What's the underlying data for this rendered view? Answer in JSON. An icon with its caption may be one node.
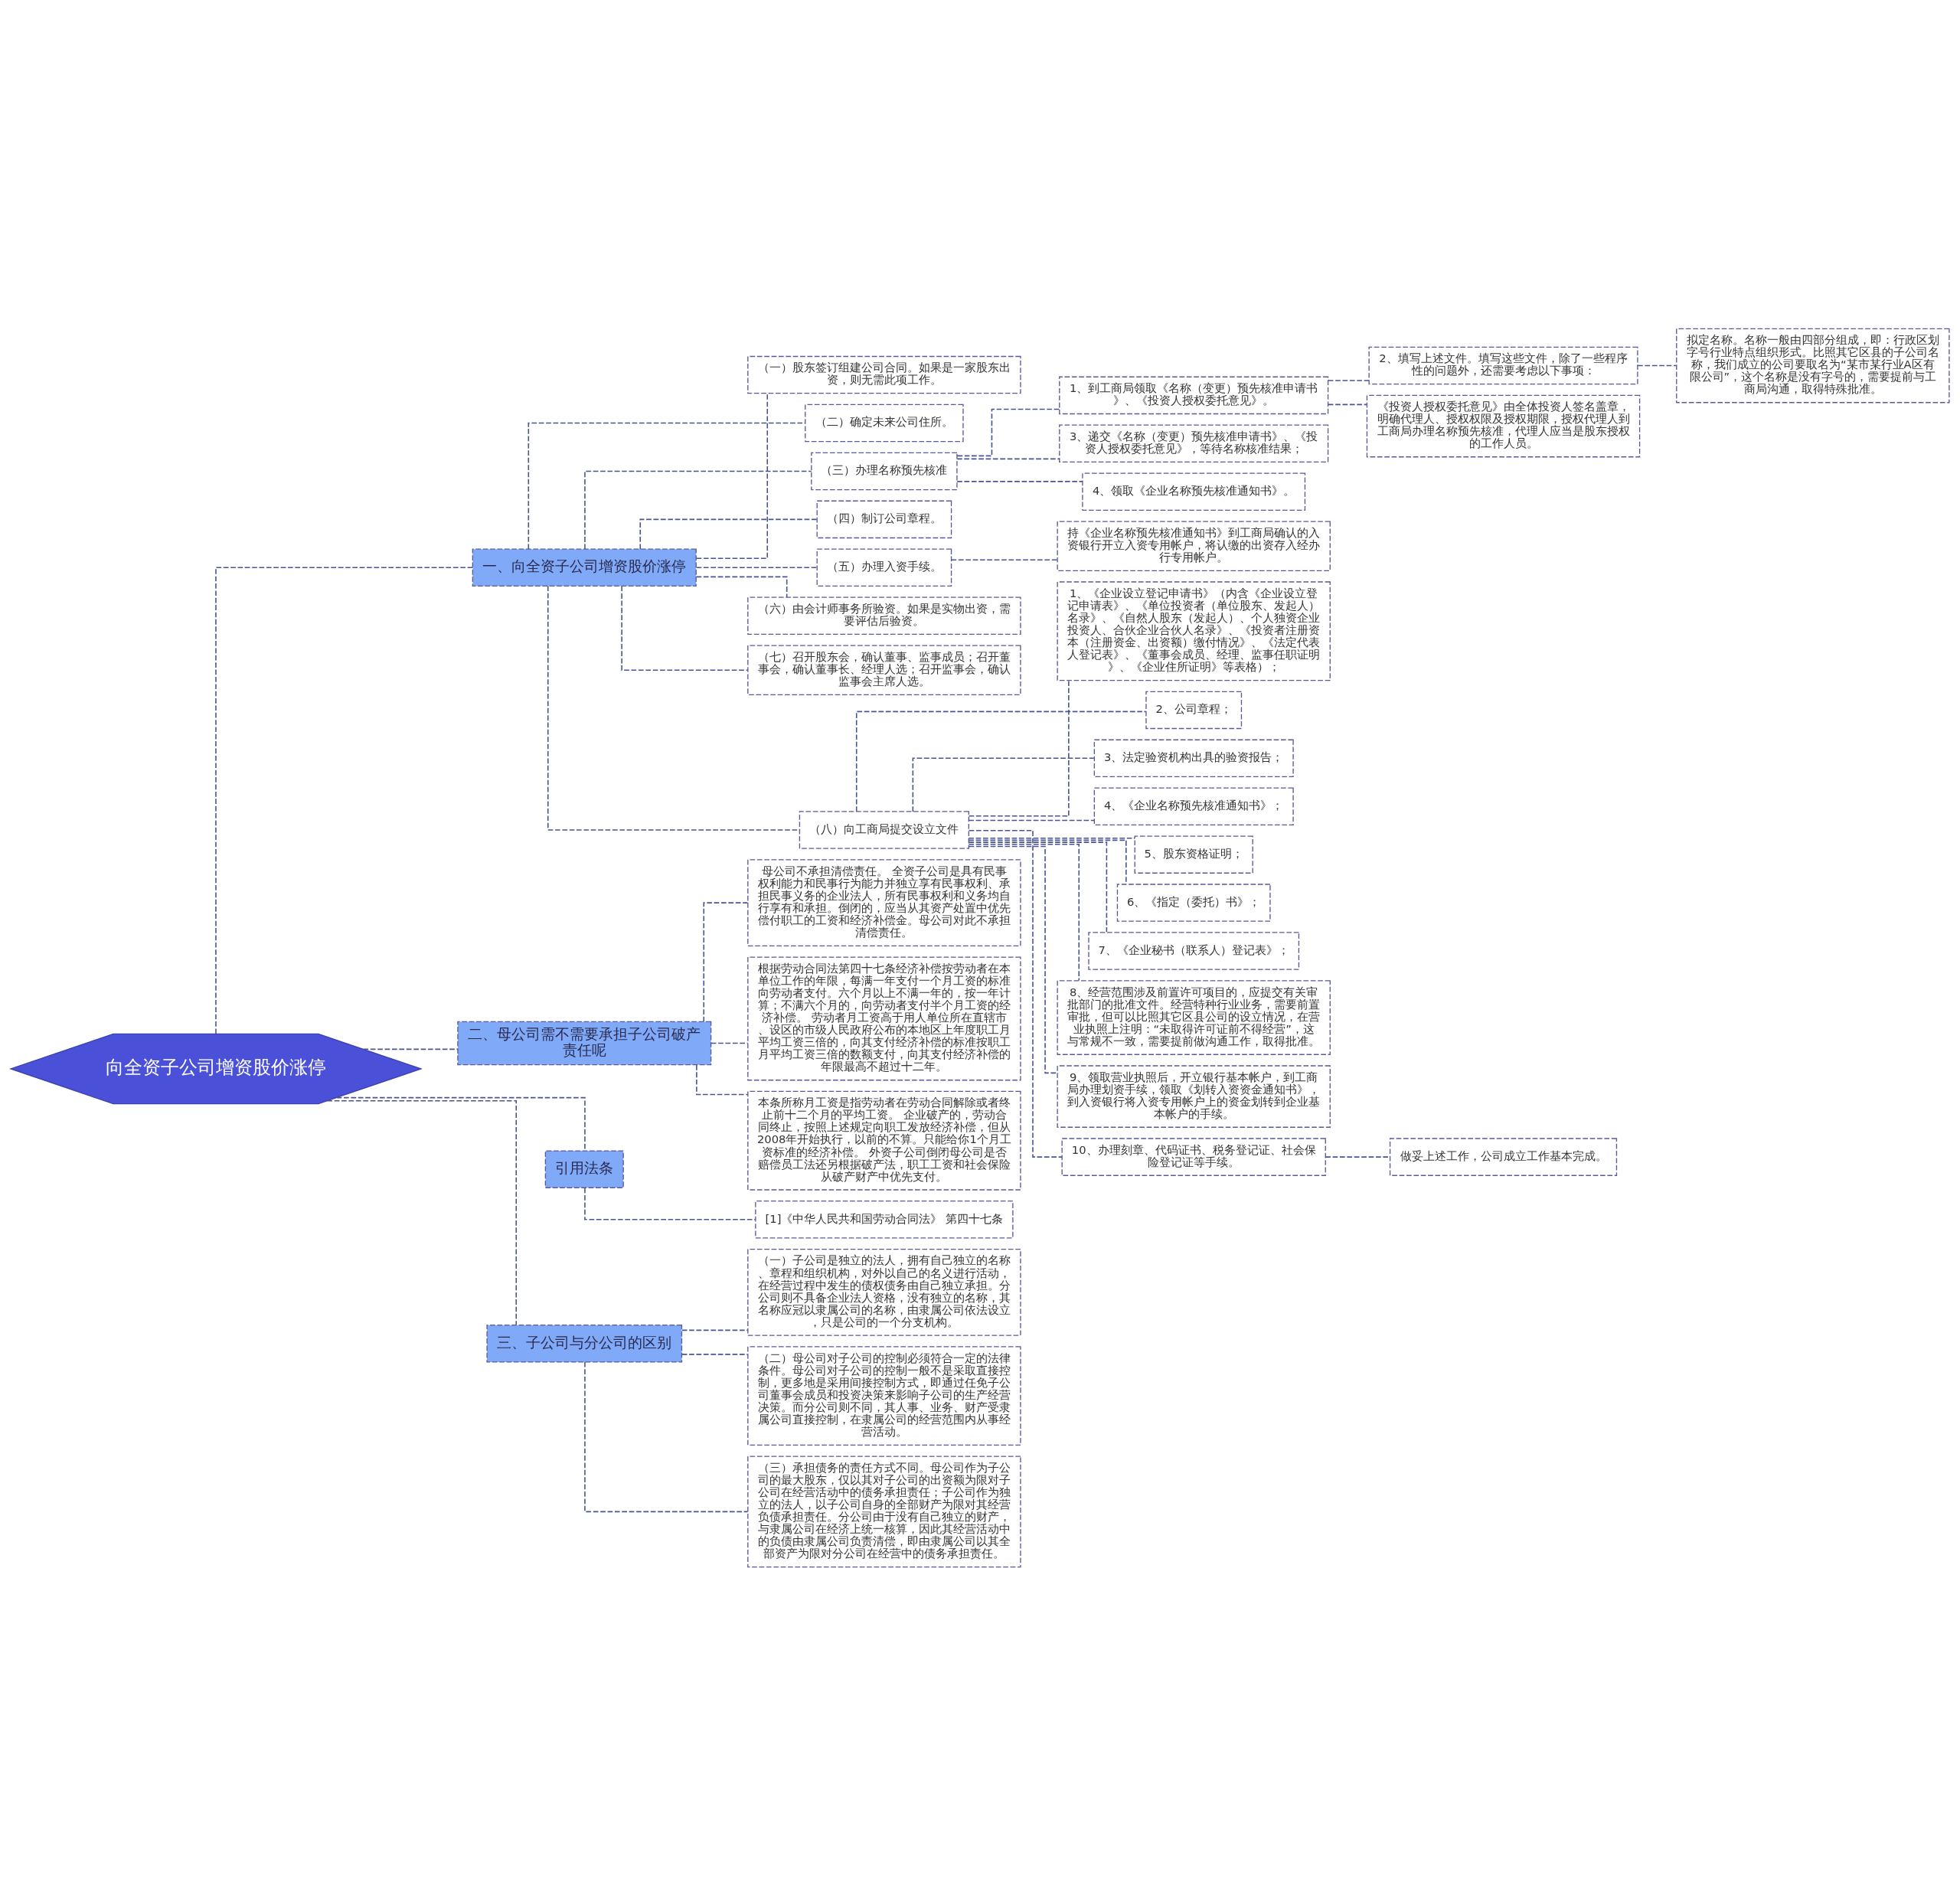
{
  "diagram": {
    "nodes": [
      {
        "text": [
          "向全资子公司增资股价涨停"
        ]
      },
      {
        "text": [
          "一、向全资子公司增资股价涨停"
        ]
      },
      {
        "text": [
          "（一）股东签订组建公司合同。如果是一家股东出资，则无需此项工作。"
        ]
      },
      {
        "text": [
          "（二）确定未来公司住所。"
        ]
      },
      {
        "text": [
          "（三）办理名称预先核准"
        ]
      },
      {
        "text": [
          "1、到工商局领取《名称（变更）预先核准申请书》、《投资人授权委托意见》。"
        ]
      },
      {
        "text": [
          "2、填写上述文件。填写这些文件，除了一些程序性的问题外，还需要考虑以下事项："
        ]
      },
      {
        "text": [
          "拟定名称。名称一般由四部分组成，即：行政区划字号行业特点组织形式。比照其它区县的子公司名称，我们成立的公司要取名为“某市某行业A区有限公司”，这个名称是没有字号的，需要提前与工商局沟通，取得特殊批准。"
        ]
      },
      {
        "text": [
          "《投资人授权委托意见》由全体投资人签名盖章，明确代理人、授权权限及授权期限，授权代理人到工商局办理名称预先核准，代理人应当是股东授权的工作人员。"
        ]
      },
      {
        "text": [
          "3、递交《名称（变更）预先核准申请书》、《投资人授权委托意见》，等待名称核准结果；"
        ]
      },
      {
        "text": [
          "4、领取《企业名称预先核准通知书》。"
        ]
      },
      {
        "text": [
          "（四）制订公司章程。"
        ]
      },
      {
        "text": [
          "（五）办理入资手续。"
        ]
      },
      {
        "text": [
          "持《企业名称预先核准通知书》到工商局确认的入资银行开立入资专用帐户，将认缴的出资存入经办行专用帐户。"
        ]
      },
      {
        "text": [
          "（六）由会计师事务所验资。如果是实物出资，需要评估后验资。"
        ]
      },
      {
        "text": [
          "（七）召开股东会，确认董事、监事成员；召开董事会，确认董事长、经理人选；召开监事会，确认监事会主席人选。"
        ]
      },
      {
        "text": [
          "（八）向工商局提交设立文件"
        ]
      },
      {
        "text": [
          "1、《企业设立登记申请书》（内含《企业设立登记申请表》、《单位投资者（单位股东、发起人）名录》、《自然人股东（发起人）、个人独资企业投资人、合伙企业合伙人名录》、《投资者注册资本（注册资金、出资额）缴付情况》、《法定代表人登记表》、《董事会成员、经理、监事任职证明》、《企业住所证明》等表格）；"
        ]
      },
      {
        "text": [
          "2、公司章程；"
        ]
      },
      {
        "text": [
          "3、法定验资机构出具的验资报告；"
        ]
      },
      {
        "text": [
          "4、《企业名称预先核准通知书》；"
        ]
      },
      {
        "text": [
          "5、股东资格证明；"
        ]
      },
      {
        "text": [
          "6、《指定（委托）书》；"
        ]
      },
      {
        "text": [
          "7、《企业秘书（联系人）登记表》；"
        ]
      },
      {
        "text": [
          "8、经营范围涉及前置许可项目的，应提交有关审批部门的批准文件。经营特种行业业务，需要前置审批，但可以比照其它区县公司的设立情况，在营业执照上注明：“未取得许可证前不得经营”，这与常规不一致，需要提前做沟通工作，取得批准。"
        ]
      },
      {
        "text": [
          "9、领取营业执照后，开立银行基本帐户，到工商局办理划资手续，领取《划转入资资金通知书》，到入资银行将入资专用帐户上的资金划转到企业基本帐户的手续。"
        ]
      },
      {
        "text": [
          "10、办理刻章、代码证书、税务登记证、社会保险登记证等手续。"
        ]
      },
      {
        "text": [
          "做妥上述工作，公司成立工作基本完成。"
        ]
      },
      {
        "text": [
          "二、母公司需不需要承担子公司破产责任呢"
        ]
      },
      {
        "text": [
          "母公司不承担清偿责任。 全资子公司是具有民事权利能力和民事行为能力并独立享有民事权利、承担民事义务的企业法人，所有民事权利和义务均自行享有和承担。倒闭的，应当从其资产处置中优先偿付职工的工资和经济补偿金。母公司对此不承担清偿责任。"
        ]
      },
      {
        "text": [
          "根据劳动合同法第四十七条经济补偿按劳动者在本单位工作的年限，每满一年支付一个月工资的标准向劳动者支付。六个月以上不满一年的，按一年计算；不满六个月的，向劳动者支付半个月工资的经济补偿。 劳动者月工资高于用人单位所在直辖市、设区的市级人民政府公布的本地区上年度职工月平均工资三倍的，向其支付经济补偿的标准按职工月平均工资三倍的数额支付，向其支付经济补偿的年限最高不超过十二年。"
        ]
      },
      {
        "text": [
          "本条所称月工资是指劳动者在劳动合同解除或者终止前十二个月的平均工资。 企业破产的，劳动合同终止，按照上述规定向职工发放经济补偿，但从2008年开始执行，以前的不算。只能给你1个月工资标准的经济补偿。 外资子公司倒闭母公司是否赔偿员工法还另根据破产法，职工工资和社会保险从破产财产中优先支付。"
        ]
      },
      {
        "text": [
          "引用法条"
        ]
      },
      {
        "text": [
          "[1]《中华人民共和国劳动合同法》 第四十七条"
        ]
      },
      {
        "text": [
          "三、子公司与分公司的区别"
        ]
      },
      {
        "text": [
          "（一）子公司是独立的法人，拥有自己独立的名称、章程和组织机构，对外以自己的名义进行活动，在经营过程中发生的债权债务由自己独立承担。分公司则不具备企业法人资格，没有独立的名称，其名称应冠以隶属公司的名称，由隶属公司依法设立，只是公司的一个分支机构。"
        ]
      },
      {
        "text": [
          "（二）母公司对子公司的控制必须符合一定的法律条件。母公司对子公司的控制一般不是采取直接控制，更多地是采用间接控制方式，即通过任免子公司董事会成员和投资决策来影响子公司的生产经营决策。而分公司则不同，其人事、业务、财产受隶属公司直接控制，在隶属公司的经营范围内从事经营活动。"
        ]
      },
      {
        "text": [
          "（三）承担债务的责任方式不同。母公司作为子公司的最大股东，仅以其对子公司的出资额为限对子公司在经营活动中的债务承担责任；子公司作为独立的法人，以子公司自身的全部财产为限对其经营负债承担责任。分公司由于没有自己独立的财产，与隶属公司在经济上统一核算，因此其经营活动中的负债由隶属公司负责清偿，即由隶属公司以其全部资产为限对分公司在经营中的债务承担责任。"
        ]
      }
    ],
    "edges": [
      {
        "from": 0,
        "to": 1,
        "arrow": "none"
      },
      {
        "from": 1,
        "to": 2,
        "arrow": "none"
      },
      {
        "from": 1,
        "to": 3,
        "arrow": "none"
      },
      {
        "from": 1,
        "to": 4,
        "arrow": "none"
      },
      {
        "from": 4,
        "to": 5,
        "arrow": "none"
      },
      {
        "from": 5,
        "to": 6,
        "arrow": "none"
      },
      {
        "from": 6,
        "to": 7,
        "arrow": "none"
      },
      {
        "from": 5,
        "to": 8,
        "arrow": "none"
      },
      {
        "from": 4,
        "to": 9,
        "arrow": "none"
      },
      {
        "from": 4,
        "to": 10,
        "arrow": "none"
      },
      {
        "from": 1,
        "to": 11,
        "arrow": "none"
      },
      {
        "from": 1,
        "to": 12,
        "arrow": "none"
      },
      {
        "from": 12,
        "to": 13,
        "arrow": "none"
      },
      {
        "from": 1,
        "to": 14,
        "arrow": "none"
      },
      {
        "from": 1,
        "to": 15,
        "arrow": "none"
      },
      {
        "from": 1,
        "to": 16,
        "arrow": "none"
      },
      {
        "from": 16,
        "to": 17,
        "arrow": "none"
      },
      {
        "from": 16,
        "to": 18,
        "arrow": "none"
      },
      {
        "from": 16,
        "to": 19,
        "arrow": "none"
      },
      {
        "from": 16,
        "to": 20,
        "arrow": "none"
      },
      {
        "from": 16,
        "to": 21,
        "arrow": "none"
      },
      {
        "from": 16,
        "to": 22,
        "arrow": "none"
      },
      {
        "from": 16,
        "to": 23,
        "arrow": "none"
      },
      {
        "from": 16,
        "to": 24,
        "arrow": "none"
      },
      {
        "from": 16,
        "to": 25,
        "arrow": "none"
      },
      {
        "from": 16,
        "to": 26,
        "arrow": "none"
      },
      {
        "from": 26,
        "to": 27,
        "arrow": "none"
      },
      {
        "from": 0,
        "to": 28,
        "arrow": "none"
      },
      {
        "from": 28,
        "to": 29,
        "arrow": "none"
      },
      {
        "from": 28,
        "to": 30,
        "arrow": "none"
      },
      {
        "from": 28,
        "to": 31,
        "arrow": "none"
      },
      {
        "from": 0,
        "to": 32,
        "arrow": "none"
      },
      {
        "from": 32,
        "to": 33,
        "arrow": "none"
      },
      {
        "from": 0,
        "to": 34,
        "arrow": "none"
      },
      {
        "from": 34,
        "to": 35,
        "arrow": "none"
      },
      {
        "from": 34,
        "to": 36,
        "arrow": "none"
      },
      {
        "from": 34,
        "to": 37,
        "arrow": "none"
      }
    ]
  }
}
